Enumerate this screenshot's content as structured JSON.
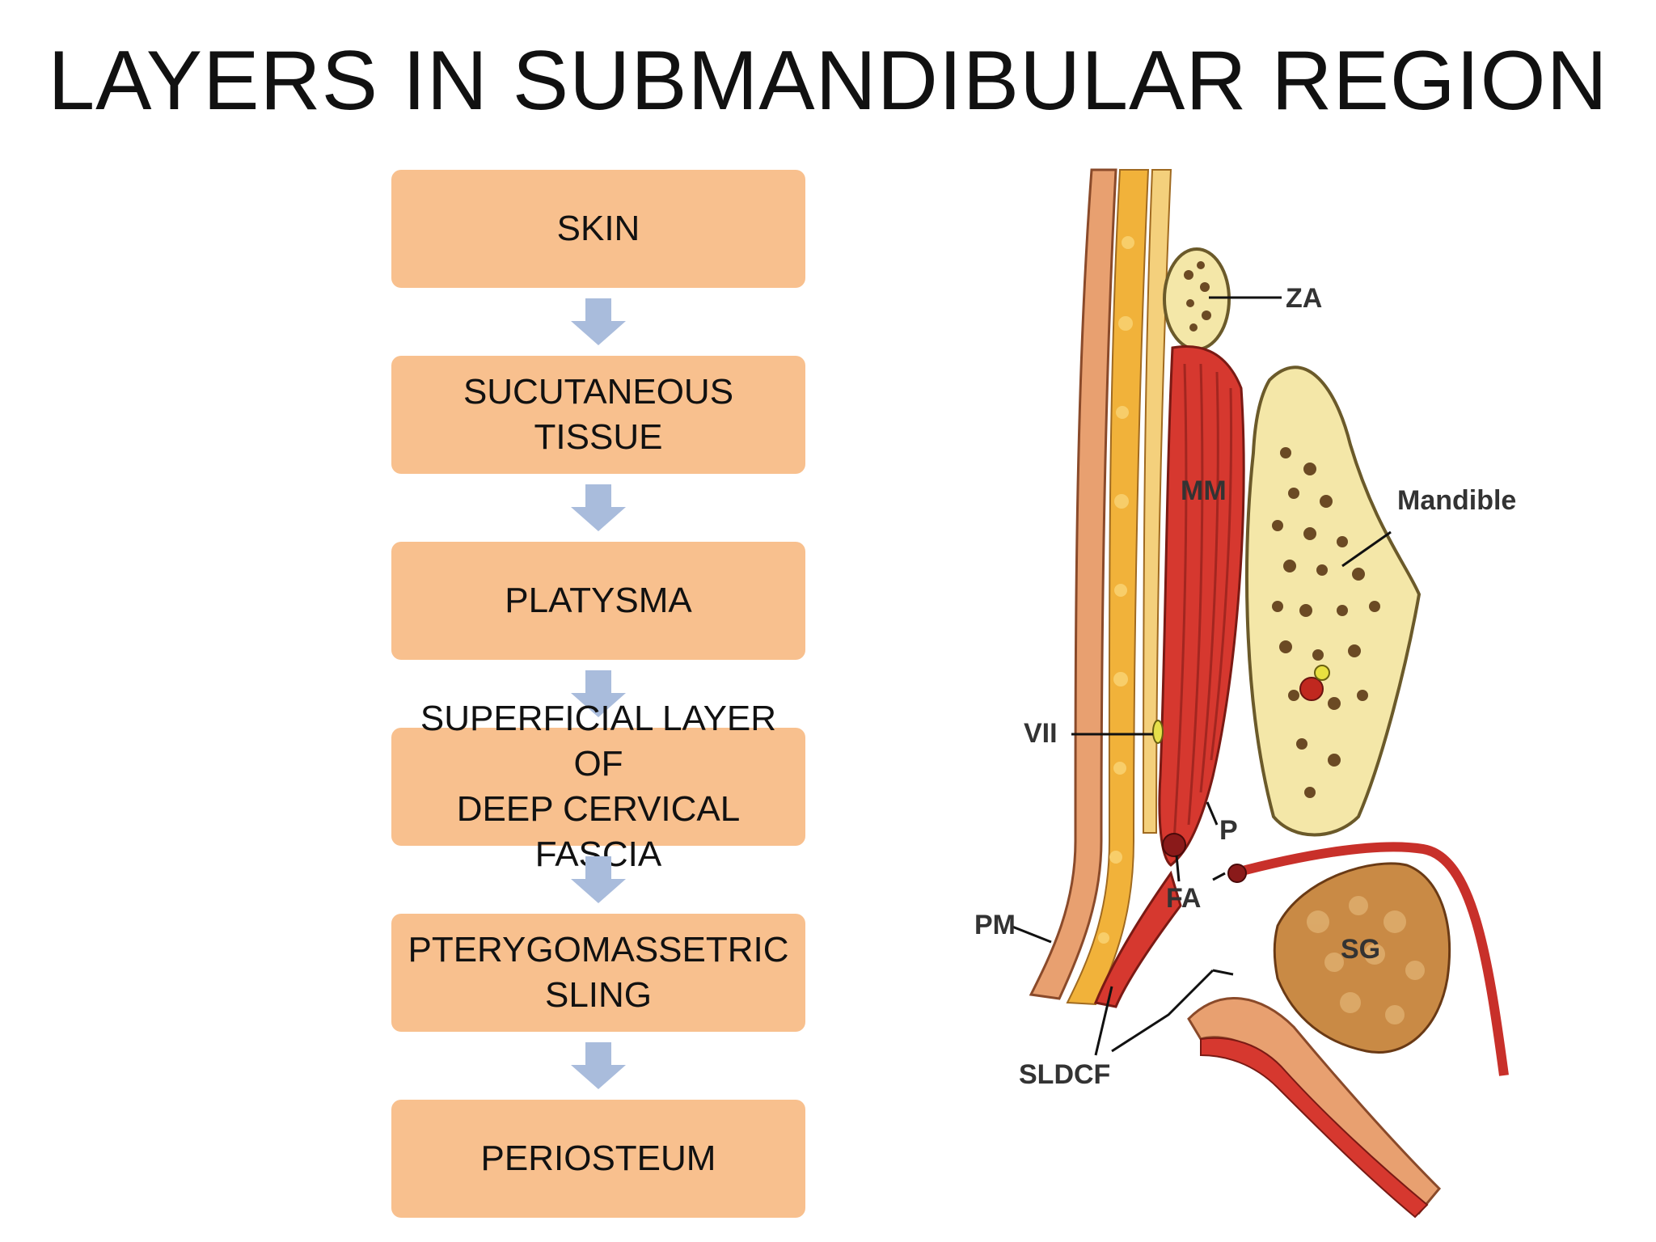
{
  "title": "LAYERS IN SUBMANDIBULAR REGION",
  "layers": [
    {
      "line1": "SKIN",
      "line2": ""
    },
    {
      "line1": "SUCUTANEOUS TISSUE",
      "line2": ""
    },
    {
      "line1": "PLATYSMA",
      "line2": ""
    },
    {
      "line1": "SUPERFICIAL LAYER OF",
      "line2": "DEEP CERVICAL FASCIA"
    },
    {
      "line1": "PTERYGOMASSETRIC",
      "line2": "SLING"
    },
    {
      "line1": "PERIOSTEUM",
      "line2": ""
    }
  ],
  "figure_labels": {
    "za": "ZA",
    "mm": "MM",
    "mandible": "Mandible",
    "vii": "VII",
    "p": "P",
    "fa": "FA",
    "pm": "PM",
    "sg": "SG",
    "sldcf": "SLDCF"
  },
  "colors": {
    "box_fill": "#f8c08e",
    "arrow_fill": "#a9bcdc",
    "skin": "#e8a070",
    "fat": "#f1b23a",
    "muscle": "#d6382f",
    "bone": "#f4e7a8",
    "gland": "#c98a45"
  }
}
